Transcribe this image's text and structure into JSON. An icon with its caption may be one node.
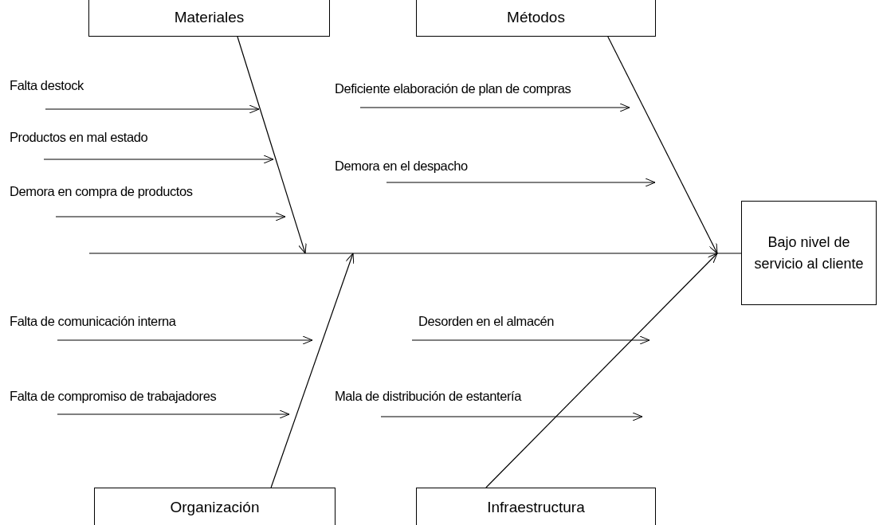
{
  "diagram": {
    "nodes": [
      {
        "text": [
          "Materiales"
        ]
      },
      {
        "text": [
          "Métodos"
        ]
      },
      {
        "text": [
          "Falta destock"
        ]
      },
      {
        "text": [
          "Deficiente elaboración de plan de compras"
        ]
      },
      {
        "text": [
          "Productos en mal estado"
        ]
      },
      {
        "text": [
          "Demora en el despacho"
        ]
      },
      {
        "text": [
          "Demora en compra de productos"
        ]
      },
      {
        "text": [
          "Bajo nivel de servicio al cliente"
        ]
      },
      {
        "text": [
          "Falta de comunicación interna"
        ]
      },
      {
        "text": [
          "Desorden en el almacén"
        ]
      },
      {
        "text": [
          "Falta de compromiso de trabajadores"
        ]
      },
      {
        "text": [
          "Mala de distribución de estantería"
        ]
      },
      {
        "text": [
          "Organización"
        ]
      },
      {
        "text": [
          "Infraestructura"
        ]
      }
    ],
    "edges": [
      {
        "from": null,
        "to": 7,
        "arrow": "none"
      },
      {
        "from": 0,
        "to": null,
        "arrow": "to"
      },
      {
        "from": 1,
        "to": null,
        "arrow": "to"
      },
      {
        "from": 12,
        "to": null,
        "arrow": "to"
      },
      {
        "from": 13,
        "to": null,
        "arrow": "to"
      },
      {
        "from": 2,
        "to": null,
        "arrow": "to"
      },
      {
        "from": 4,
        "to": null,
        "arrow": "to"
      },
      {
        "from": 6,
        "to": null,
        "arrow": "to"
      },
      {
        "from": 3,
        "to": null,
        "arrow": "to"
      },
      {
        "from": 5,
        "to": null,
        "arrow": "to"
      },
      {
        "from": 8,
        "to": null,
        "arrow": "to"
      },
      {
        "from": 10,
        "to": null,
        "arrow": "to"
      },
      {
        "from": 9,
        "to": null,
        "arrow": "to"
      },
      {
        "from": 11,
        "to": null,
        "arrow": "to"
      }
    ]
  }
}
